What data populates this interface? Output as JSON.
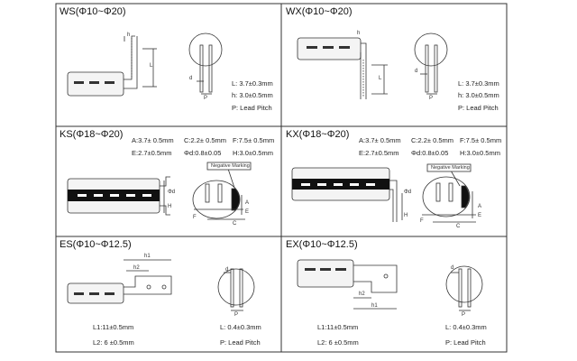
{
  "panels": [
    {
      "key": "ws",
      "title": "WS(Φ10~Φ20)",
      "specs": [
        "L: 3.7±0.3mm",
        "h: 3.0±0.5mm",
        "P: Lead Pitch"
      ],
      "dims": [
        "h",
        "L",
        "d",
        "P"
      ]
    },
    {
      "key": "wx",
      "title": "WX(Φ10~Φ20)",
      "specs": [
        "L: 3.7±0.3mm",
        "h: 3.0±0.5mm",
        "P: Lead Pitch"
      ],
      "dims": [
        "h",
        "L",
        "d",
        "P"
      ]
    },
    {
      "key": "ks",
      "title": "KS(Φ18~Φ20)",
      "specs": [
        "A:3.7± 0.5mm",
        "C:2.2± 0.5mm",
        "F:7.5± 0.5mm",
        "E:2.7±0.5mm",
        "Φd:0.8±0.05",
        "H:3.0±0.5mm"
      ],
      "callout": "Negative Marking",
      "dims": [
        "Φd",
        "H",
        "F",
        "C",
        "A",
        "E"
      ]
    },
    {
      "key": "kx",
      "title": "KX(Φ18~Φ20)",
      "specs": [
        "A:3.7± 0.5mm",
        "C:2.2± 0.5mm",
        "F:7.5± 0.5mm",
        "E:2.7±0.5mm",
        "Φd:0.8±0.05",
        "H:3.0±0.5mm"
      ],
      "callout": "Negative Marking",
      "dims": [
        "Φd",
        "H",
        "F",
        "C",
        "A",
        "E"
      ]
    },
    {
      "key": "es",
      "title": "ES(Φ10~Φ12.5)",
      "specs": [
        "L1:11±0.5mm",
        "L2: 6 ±0.5mm",
        "L: 0.4±0.3mm",
        "P: Lead Pitch"
      ],
      "dims": [
        "h1",
        "h2",
        "d",
        "P"
      ]
    },
    {
      "key": "ex",
      "title": "EX(Φ10~Φ12.5)",
      "specs": [
        "L1:11±0.5mm",
        "L2: 6 ±0.5mm",
        "L: 0.4±0.3mm",
        "P: Lead Pitch"
      ],
      "dims": [
        "h2",
        "h1",
        "d",
        "P"
      ]
    }
  ]
}
